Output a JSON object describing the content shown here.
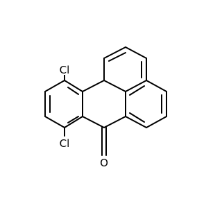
{
  "structure": {
    "atom_labels": [
      {
        "id": "cl_top",
        "text": "Cl"
      },
      {
        "id": "cl_bottom",
        "text": "Cl"
      },
      {
        "id": "o_carbonyl",
        "text": "O"
      }
    ]
  }
}
